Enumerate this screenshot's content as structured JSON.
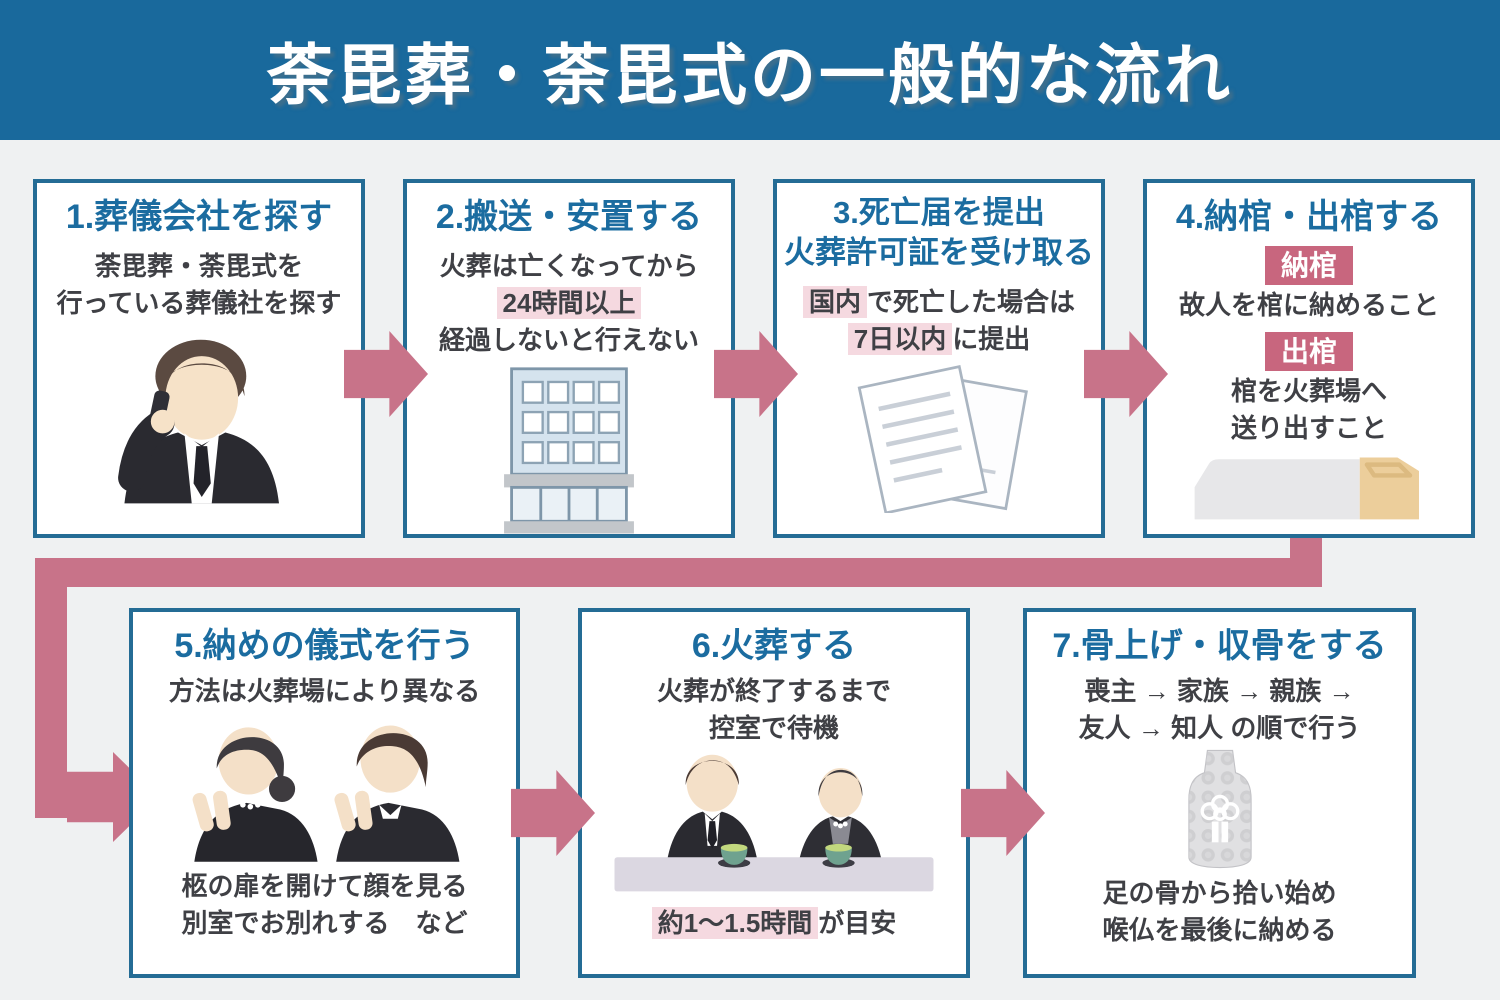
{
  "title": "荼毘葬・荼毘式の一般的な流れ",
  "colors": {
    "band_blue": "#19699C",
    "heading_blue": "#1B6CA0",
    "box_border_blue": "#246C95",
    "arrow_rose": "#C87389",
    "badge_rose": "#C8667E",
    "highlight_pink": "#F5D9E0",
    "body_text": "#3F4045",
    "background_gray": "#EFF1F2"
  },
  "steps": [
    {
      "heading": "1.葬儀会社を探す",
      "line1": "荼毘葬・荼毘式を",
      "line2": "行っている葬儀社を探す",
      "illustration": "person-on-phone"
    },
    {
      "heading": "2.搬送・安置する",
      "line1": "火葬は亡くなってから",
      "highlight": "24時間以上",
      "line2": "経過しないと行えない",
      "illustration": "building"
    },
    {
      "heading_line1": "3.死亡届を提出",
      "heading_line2": "火葬許可証を受け取る",
      "highlight1": "国内",
      "line1": "で死亡した場合は",
      "highlight2": "7日以内",
      "line2": "に提出",
      "illustration": "documents"
    },
    {
      "heading": "4.納棺・出棺する",
      "badge1": "納棺",
      "desc1": "故人を棺に納めること",
      "badge2": "出棺",
      "desc2_line1": "棺を火葬場へ",
      "desc2_line2": "送り出すこと",
      "illustration": "coffin"
    },
    {
      "heading": "5.納めの儀式を行う",
      "sub": "方法は火葬場により異なる",
      "note1": "柩の扉を開けて顔を見る",
      "note2": "別室でお別れする　など",
      "illustration": "people-praying"
    },
    {
      "heading": "6.火葬する",
      "sub1": "火葬が終了するまで",
      "sub2": "控室で待機",
      "highlight": "約1〜1.5時間",
      "rest": "が目安",
      "illustration": "waiting-room-table"
    },
    {
      "heading": "7.骨上げ・収骨をする",
      "sub1": "喪主 → 家族 → 親族 →",
      "sub2": "友人 → 知人 の順で行う",
      "note1": "足の骨から拾い始め",
      "note2": "喉仏を最後に納める",
      "illustration": "cremation-urn"
    }
  ]
}
